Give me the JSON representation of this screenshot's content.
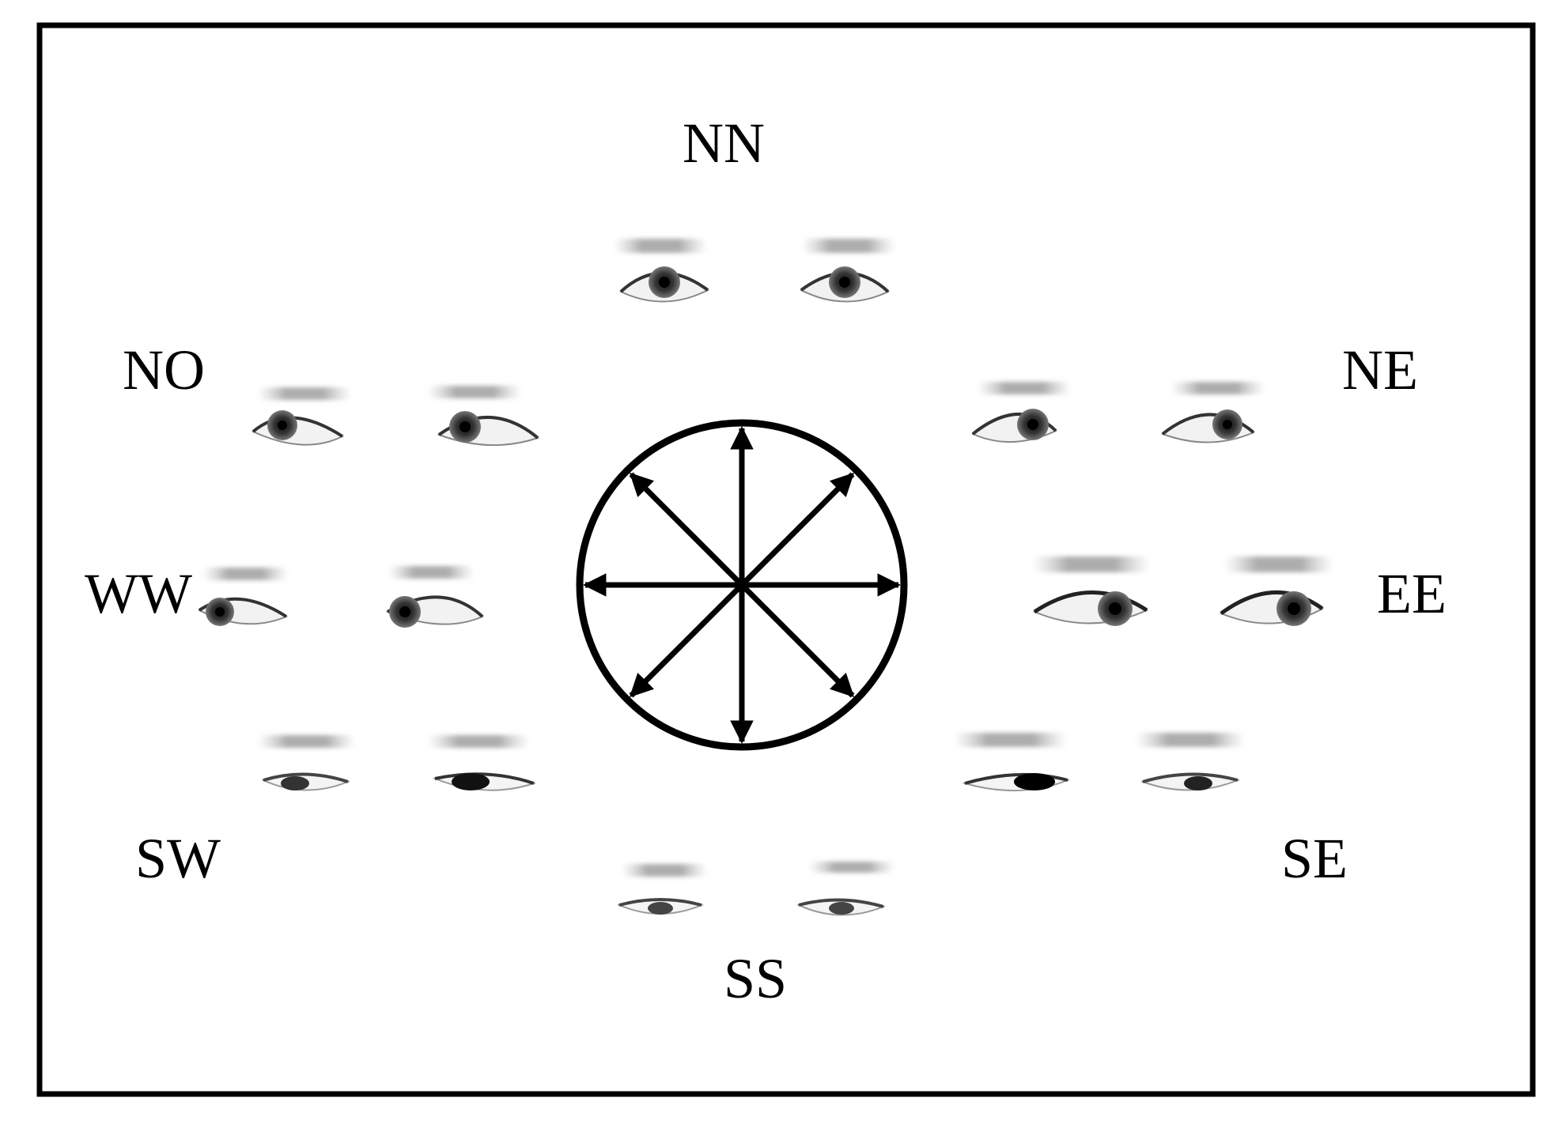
{
  "colors": {
    "background": "#ffffff",
    "frame": "#000000",
    "ink": "#000000"
  },
  "labels": {
    "nn": "NN",
    "ne": "NE",
    "ee": "EE",
    "se": "SE",
    "ss": "SS",
    "sw": "SW",
    "ww": "WW",
    "no": "NO"
  },
  "eye_pairs": [
    {
      "direction": "NN",
      "gaze": "up"
    },
    {
      "direction": "NE",
      "gaze": "up-right"
    },
    {
      "direction": "EE",
      "gaze": "right"
    },
    {
      "direction": "SE",
      "gaze": "down-right"
    },
    {
      "direction": "SS",
      "gaze": "down"
    },
    {
      "direction": "SW",
      "gaze": "down-left"
    },
    {
      "direction": "WW",
      "gaze": "left"
    },
    {
      "direction": "NO",
      "gaze": "up-left"
    }
  ],
  "compass": {
    "icon": "eight-direction-arrows-in-circle"
  }
}
